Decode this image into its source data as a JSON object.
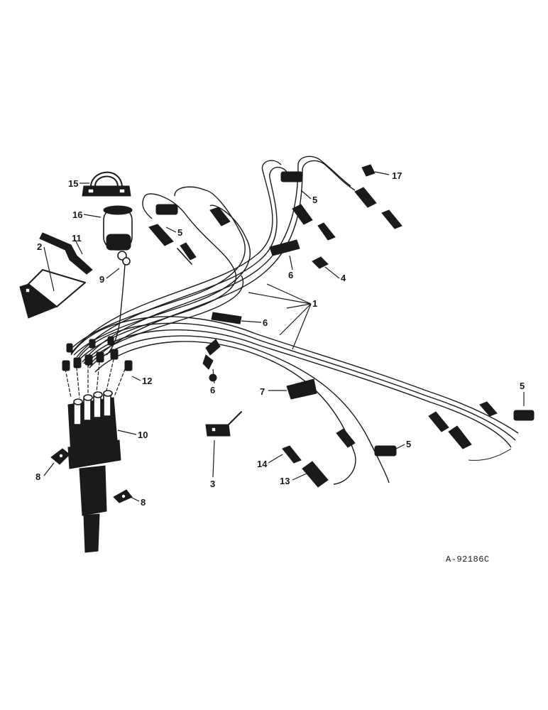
{
  "callouts": {
    "c1": "1",
    "c2": "2",
    "c3": "3",
    "c4": "4",
    "c5a": "5",
    "c5b": "5",
    "c5c": "5",
    "c5d": "5",
    "c6a": "6",
    "c6b": "6",
    "c6c": "6",
    "c7": "7",
    "c8a": "8",
    "c8b": "8",
    "c9": "9",
    "c10": "10",
    "c11": "11",
    "c12": "12",
    "c13": "13",
    "c14": "14",
    "c15": "15",
    "c16": "16",
    "c17": "17"
  },
  "reference_code": "A-92186C"
}
